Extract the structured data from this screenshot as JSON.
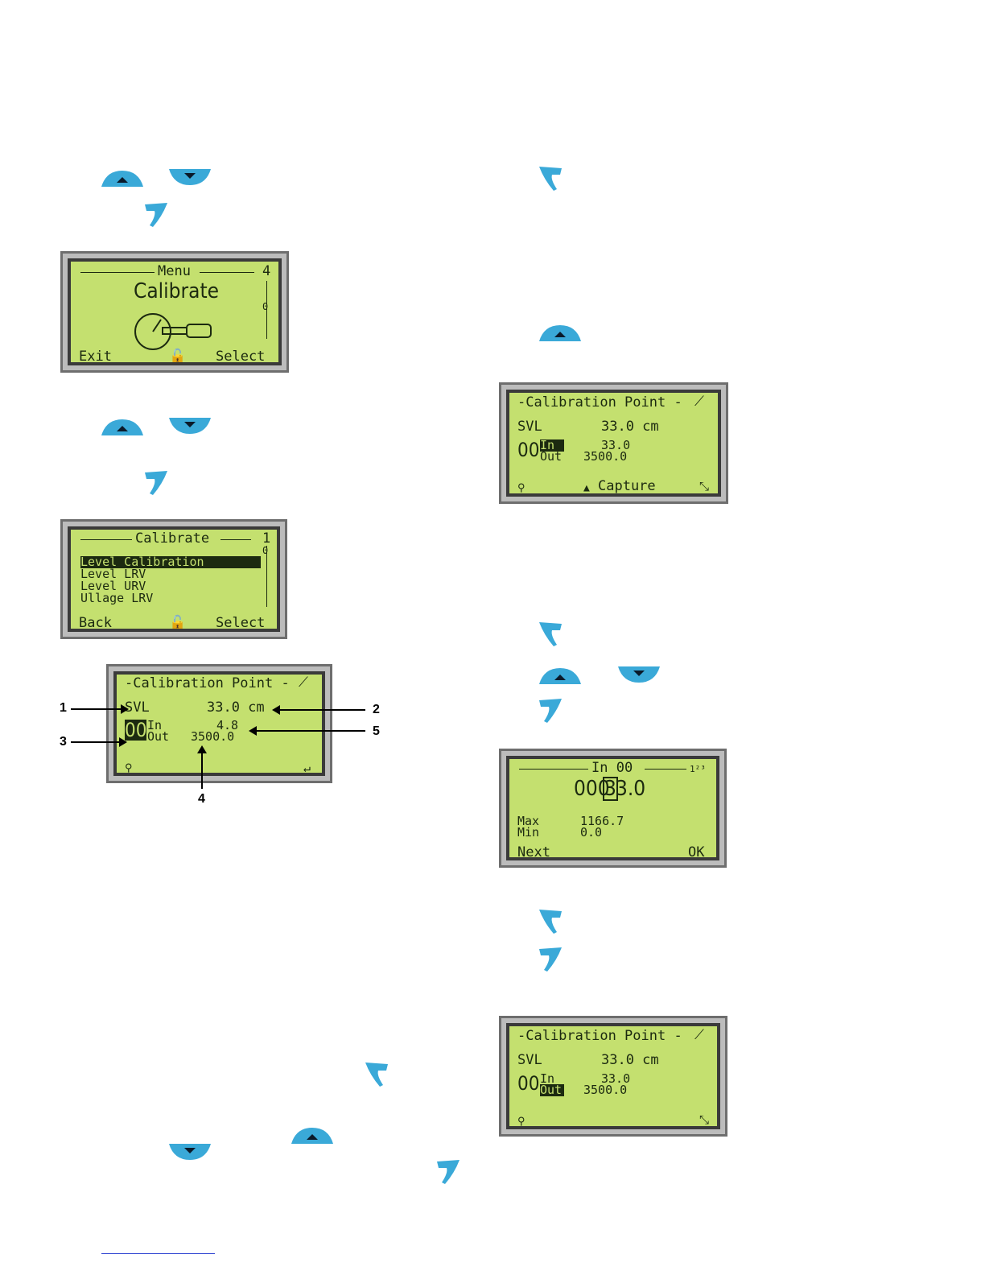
{
  "colors": {
    "button": "#3aa9d8",
    "lcd_bg": "#c4e06f",
    "lcd_text": "#1c2a10"
  },
  "screen_menu": {
    "title": "Menu",
    "index": "4",
    "heading": "Calibrate",
    "scroll": "0",
    "left": "Exit",
    "right": "Select",
    "icon": "gauge-wrench-icon"
  },
  "screen_calibrate": {
    "title": "Calibrate",
    "index": "1",
    "scroll": "0",
    "items": [
      "Level Calibration",
      "Level LRV",
      "Level URV",
      "Ullage LRV"
    ],
    "left": "Back",
    "right": "Select"
  },
  "screen_calpoint_annot": {
    "title": "-Calibration Point -",
    "svl_label": "SVL",
    "svl_value": "33.0 cm",
    "point": "00",
    "in_label": "In",
    "in_value": "4.8",
    "out_label": "Out",
    "out_value": "3500.0"
  },
  "callouts": {
    "c1": "1",
    "c2": "2",
    "c3": "3",
    "c4": "4",
    "c5": "5"
  },
  "screen_capture": {
    "title": "-Calibration Point -",
    "svl_label": "SVL",
    "svl_value": "33.0 cm",
    "point": "00",
    "in_label": "In",
    "in_value": "33.0",
    "out_label": "Out",
    "out_value": "3500.0",
    "center": "Capture"
  },
  "screen_in00": {
    "title": "In 00",
    "corner": "1²³",
    "value_a": "000",
    "value_cursor": "3",
    "value_b": "3.0",
    "max_label": "Max",
    "max_value": "1166.7",
    "min_label": "Min",
    "min_value": "0.0",
    "left": "Next",
    "right": "OK"
  },
  "screen_final": {
    "title": "-Calibration Point -",
    "svl_label": "SVL",
    "svl_value": "33.0 cm",
    "point": "00",
    "in_label": "In",
    "in_value": "33.0",
    "out_label": "Out",
    "out_value": "3500.0"
  }
}
